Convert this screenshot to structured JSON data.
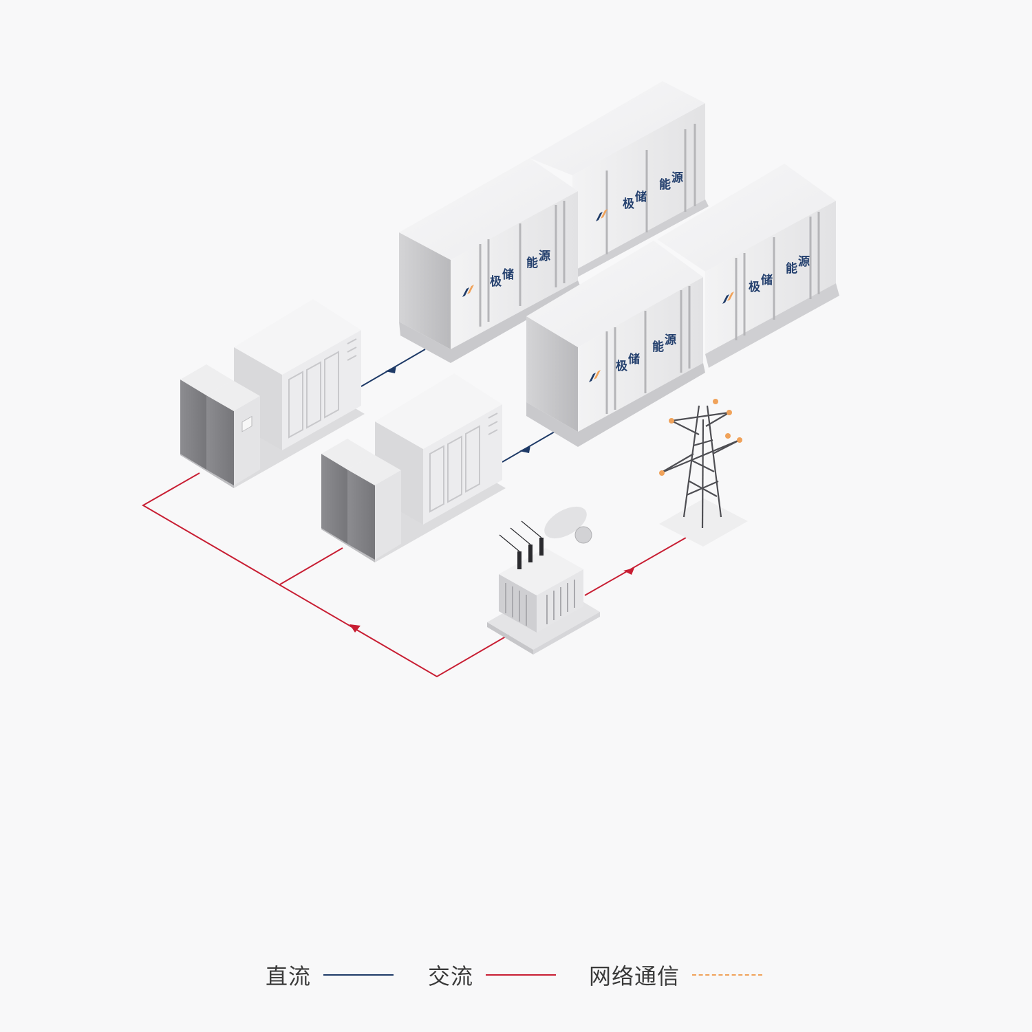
{
  "containers": [
    {
      "chars": [
        "极",
        "储",
        "能",
        "源"
      ]
    },
    {
      "chars": [
        "极",
        "储",
        "能",
        "源"
      ]
    },
    {
      "chars": [
        "极",
        "储",
        "能",
        "源"
      ]
    },
    {
      "chars": [
        "极",
        "储",
        "能",
        "源"
      ]
    }
  ],
  "legend": {
    "dc": {
      "label": "直流",
      "color": "#1e3a67"
    },
    "ac": {
      "label": "交流",
      "color": "#c81e33"
    },
    "network": {
      "label": "网络通信",
      "color": "#f0a25a"
    }
  }
}
